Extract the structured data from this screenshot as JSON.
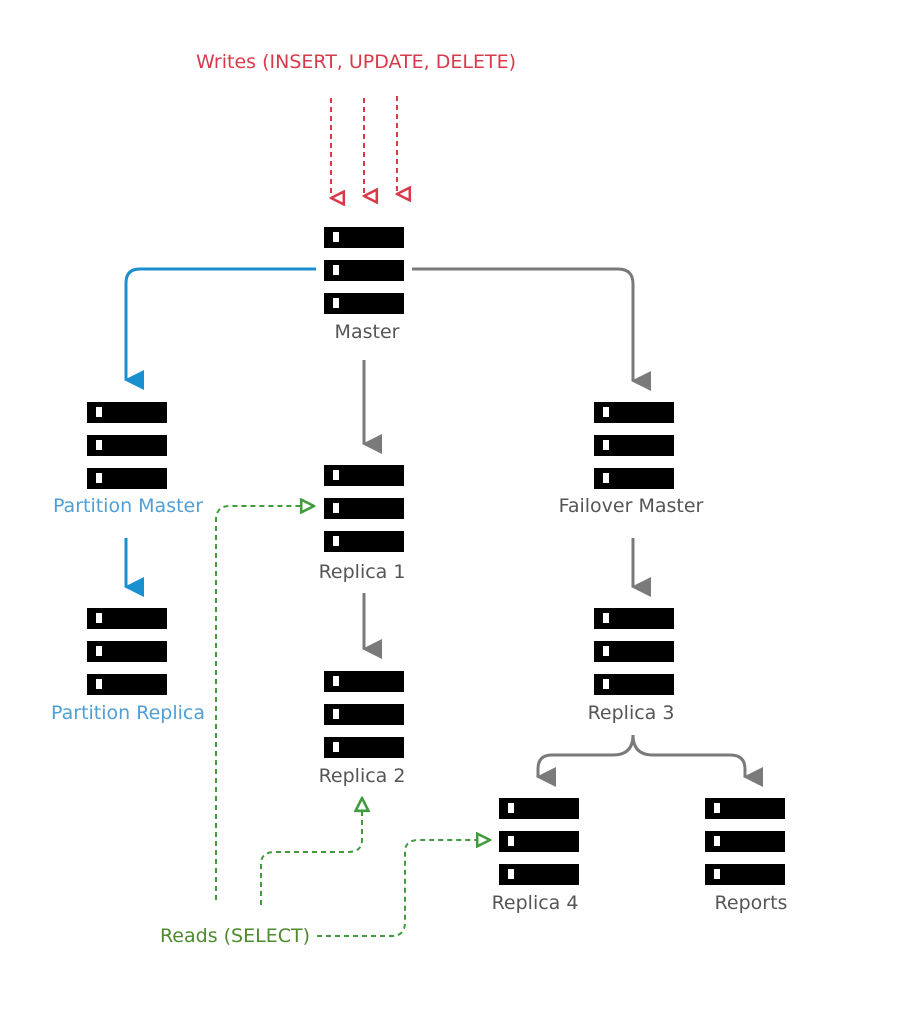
{
  "colors": {
    "write": "#d83a4a",
    "read": "#3f9b3c",
    "read_label": "#4e8a2e",
    "partition_arrow": "#1a8fd0",
    "partition_label": "#4f9fd6",
    "replication": "#7a7a7a",
    "label": "#555555",
    "server": "#000000"
  },
  "labels": {
    "writes": "Writes (INSERT, UPDATE, DELETE)",
    "reads": "Reads (SELECT)"
  },
  "servers": {
    "master": "Master",
    "partition_master": "Partition Master",
    "partition_replica": "Partition Replica",
    "replica_1": "Replica 1",
    "replica_2": "Replica 2",
    "failover_master": "Failover Master",
    "replica_3": "Replica 3",
    "replica_4": "Replica 4",
    "reports": "Reports"
  }
}
